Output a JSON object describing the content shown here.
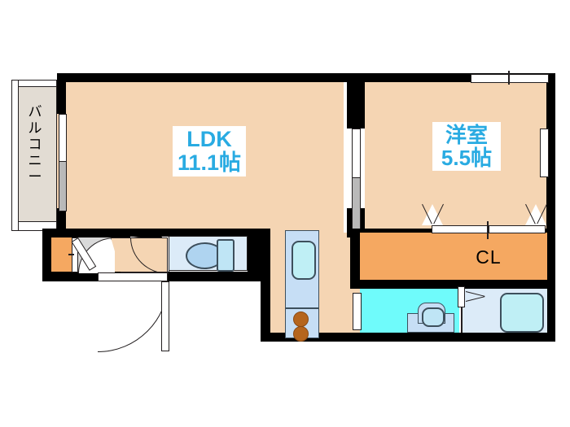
{
  "plan": {
    "type": "floor-plan",
    "layout_name": "1LDK",
    "rooms": [
      {
        "id": "ldk",
        "label_line1": "LDK",
        "label_line2": "11.1帖",
        "area_jo": 11.1,
        "color": "#F5D5B3"
      },
      {
        "id": "bedroom",
        "label_line1": "洋室",
        "label_line2": "5.5帖",
        "area_jo": 5.5,
        "color": "#F5D5B3"
      },
      {
        "id": "balcony",
        "label_vertical": "バルコニー",
        "color": "#E2DCD3"
      },
      {
        "id": "closet",
        "label": "CL",
        "color": "#F5A861"
      }
    ],
    "fixtures": [
      {
        "id": "toilet",
        "name": "toilet-fixture"
      },
      {
        "id": "kitchen",
        "name": "kitchen-counter"
      },
      {
        "id": "stove",
        "name": "stove-burners",
        "burners": 2
      },
      {
        "id": "washbasin",
        "name": "wash-basin"
      },
      {
        "id": "bathtub",
        "name": "bathtub"
      },
      {
        "id": "shoebox",
        "name": "shoe-closet"
      }
    ],
    "colors": {
      "wall": "#000000",
      "room_floor": "#F5D5B3",
      "balcony_floor": "#E2DCD3",
      "closet_orange": "#F5A861",
      "wet_area_cyan": "#6FFBFB",
      "fixture_blue": "#DCEBF8",
      "label_text": "#29ABE2",
      "cl_text": "#000000"
    },
    "labels": {
      "ldk_line1": "LDK",
      "ldk_line2": "11.1帖",
      "bedroom_line1": "洋室",
      "bedroom_line2": "5.5帖",
      "closet": "CL",
      "balcony_chars": [
        "バ",
        "ル",
        "コ",
        "ニ",
        "ー"
      ]
    }
  }
}
